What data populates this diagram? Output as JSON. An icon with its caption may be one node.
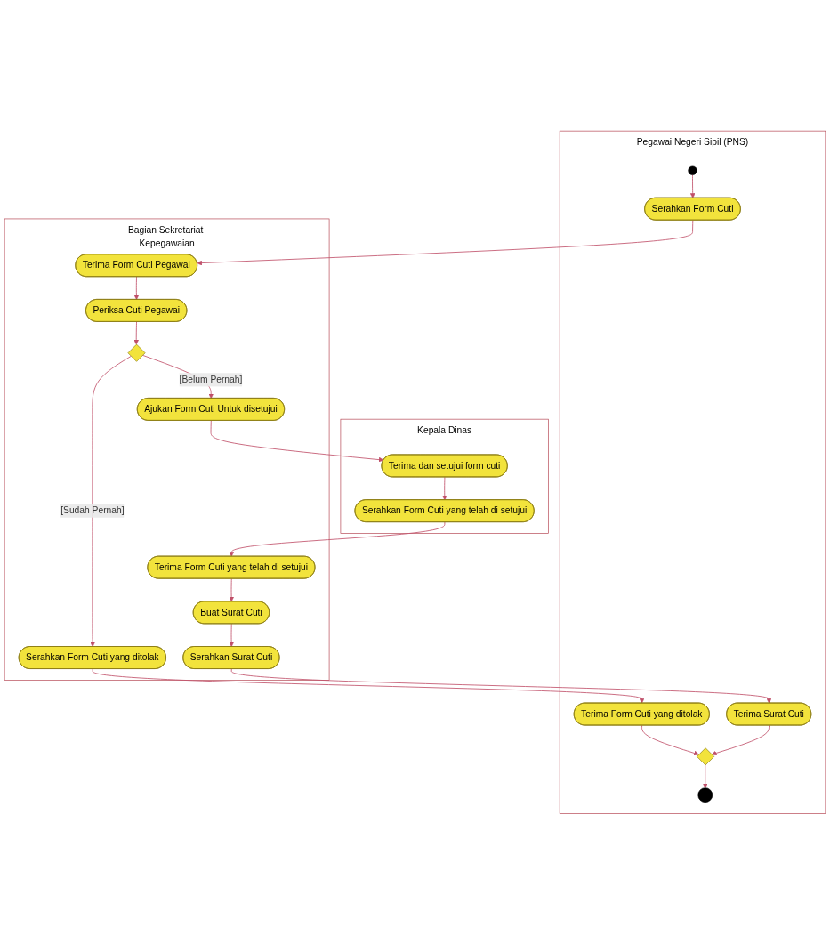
{
  "diagram": {
    "nodes": [
      {
        "text": [
          "Pegawai Negeri Sipil (PNS)"
        ]
      },
      {
        "text": [
          "Bagian Sekretariat Kepegawaian"
        ]
      },
      {
        "text": [
          "Kepala Dinas"
        ]
      },
      {
        "text": [],
        "shape": "circle",
        "in": 0
      },
      {
        "text": [
          "Serahkan Form Cuti"
        ],
        "in": 0
      },
      {
        "text": [
          "Terima Form Cuti Pegawai"
        ],
        "in": 1
      },
      {
        "text": [
          "Periksa Cuti Pegawai"
        ],
        "in": 1
      },
      {
        "text": [],
        "shape": "diamond",
        "in": 1
      },
      {
        "text": [
          "Serahkan Form Cuti yang ditolak"
        ],
        "in": 1
      },
      {
        "text": [
          "Ajukan Form Cuti Untuk disetujui"
        ],
        "in": 1
      },
      {
        "text": [
          "Terima Form Cuti yang ditolak"
        ],
        "in": 0
      },
      {
        "text": [
          "Terima dan setujui form cuti"
        ],
        "in": 2
      },
      {
        "text": [
          "Serahkan Form Cuti yang telah di setujui"
        ],
        "in": 2
      },
      {
        "text": [
          "Terima Form Cuti yang telah di setujui"
        ],
        "in": 1
      },
      {
        "text": [
          "Buat Surat Cuti"
        ],
        "in": 1
      },
      {
        "text": [
          "Serahkan Surat Cuti"
        ],
        "in": 1
      },
      {
        "text": [
          "Terima Surat Cuti"
        ],
        "in": 0
      },
      {
        "text": [],
        "shape": "diamond",
        "in": 0
      },
      {
        "text": [],
        "shape": "circle",
        "in": 0
      }
    ],
    "edges": [
      {
        "from": 3,
        "to": 4,
        "arrow": "to"
      },
      {
        "from": 4,
        "to": 5,
        "arrow": "to"
      },
      {
        "from": 5,
        "to": 6,
        "arrow": "to"
      },
      {
        "from": 6,
        "to": 7,
        "arrow": "to"
      },
      {
        "from": 7,
        "to": 8,
        "arrow": "to",
        "label": "[Sudah Pernah]"
      },
      {
        "from": 7,
        "to": 9,
        "arrow": "to",
        "label": "[Belum Pernah]"
      },
      {
        "from": 8,
        "to": 10,
        "arrow": "to"
      },
      {
        "from": 9,
        "to": 11,
        "arrow": "to"
      },
      {
        "from": 11,
        "to": 12,
        "arrow": "to"
      },
      {
        "from": 12,
        "to": 13,
        "arrow": "to"
      },
      {
        "from": 13,
        "to": 14,
        "arrow": "to"
      },
      {
        "from": 14,
        "to": 15,
        "arrow": "to"
      },
      {
        "from": 15,
        "to": 16,
        "arrow": "to"
      },
      {
        "from": 10,
        "to": 17,
        "arrow": "to"
      },
      {
        "from": 16,
        "to": 17,
        "arrow": "to"
      },
      {
        "from": 17,
        "to": 18,
        "arrow": "to"
      }
    ]
  }
}
